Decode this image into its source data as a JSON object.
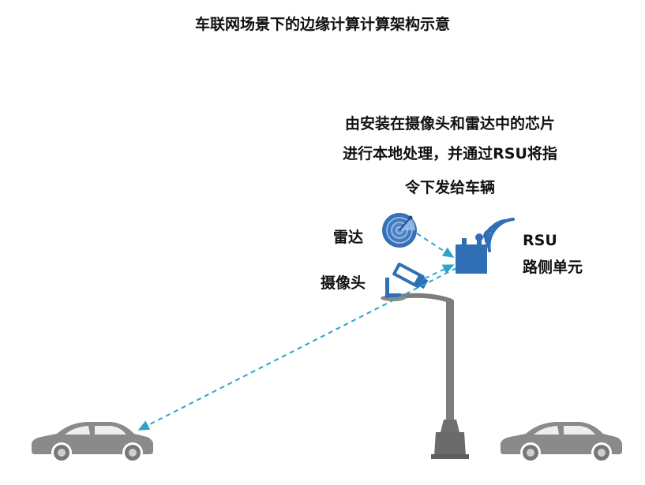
{
  "title": "车联网场景下的边缘计算计算架构示意",
  "description": [
    "由安装在摄像头和雷达中的芯片",
    "进行本地处理，并通过RSU将指",
    "令下发给车辆"
  ],
  "labels": {
    "radar": "雷达",
    "camera": "摄像头",
    "rsu": "RSU",
    "rsu_sub": "路侧单元"
  },
  "colors": {
    "accent_blue": "#2e6fb6",
    "link_cyan": "#2aa6c8",
    "car_gray": "#8a8a8a",
    "pole_gray": "#7d7d7d"
  },
  "icons": [
    "radar-icon",
    "camera-icon",
    "rsu-device-icon",
    "wifi-signal-icon",
    "street-lamp-icon",
    "car-icon"
  ]
}
